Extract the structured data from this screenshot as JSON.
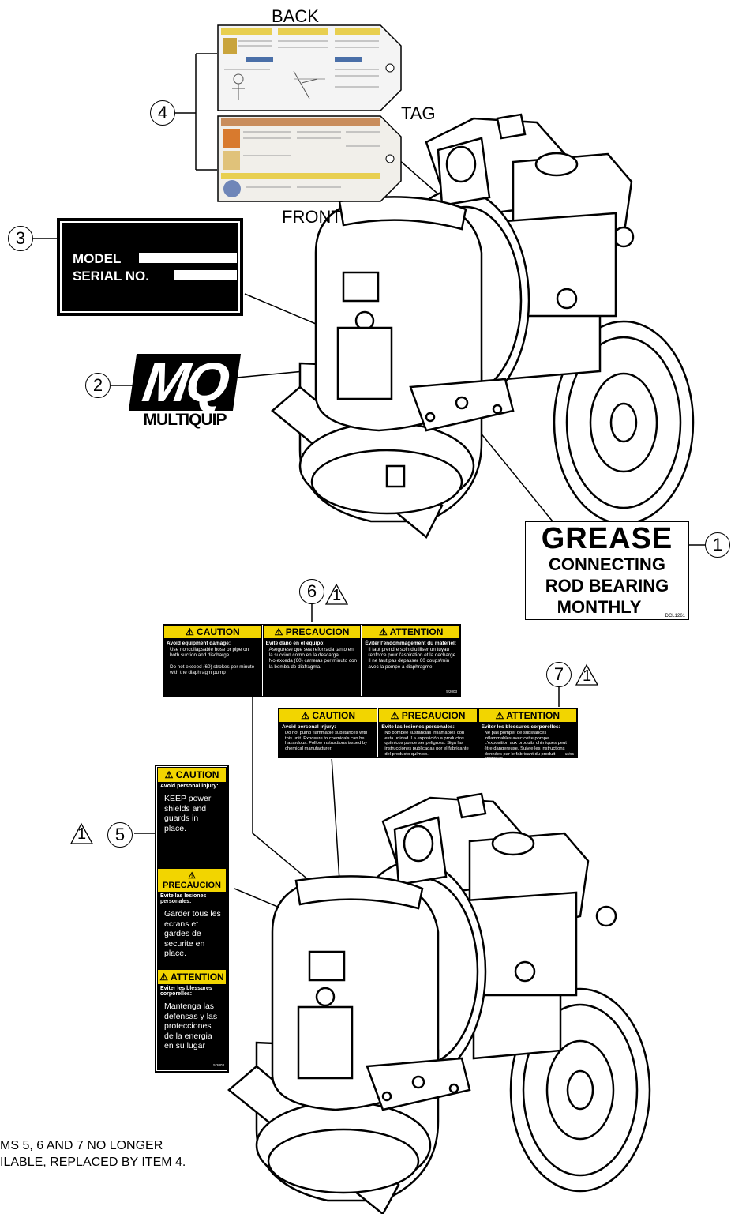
{
  "tag": {
    "back_label": "BACK",
    "tag_label": "TAG",
    "front_label": "FRONT",
    "callout": "4"
  },
  "nameplate": {
    "callout": "3",
    "model_label": "MODEL",
    "serial_label": "SERIAL NO."
  },
  "logo": {
    "callout": "2",
    "mark": "MQ",
    "brand": "MULTIQUIP"
  },
  "grease_decal": {
    "callout": "1",
    "line1": "GREASE",
    "line2": "CONNECTING",
    "line3": "ROD BEARING",
    "line4": "MONTHLY",
    "code": "DCL1261"
  },
  "decal6": {
    "callout": "6",
    "delta": "1",
    "columns": [
      {
        "head": "CAUTION",
        "sub": "Avoid equipment damage:",
        "body": "Use noncollapsable hose or pipe on both suction and discharge.\n\nDo not exceed (60) strokes per minute with the diaphragm pump"
      },
      {
        "head": "PRECAUCION",
        "sub": "Evite dano en el equipo:",
        "body": "Asegurese que sea reforzada tanto en la succion como en la descarga.\nNo exceda (60) carreras por minuto con la bomba de diafragma."
      },
      {
        "head": "ATTENTION",
        "sub": "Éviter l'endommagement du materiel:",
        "body": "Il faut prendre soin d'utiliser un tuyau renforce pour l'aspiration et la decharge. Il ne faut pas depasser 60 coups/min avec la pompe a diaphragme."
      }
    ],
    "date": "5/2003"
  },
  "decal7": {
    "callout": "7",
    "delta": "1",
    "columns": [
      {
        "head": "CAUTION",
        "sub": "Avoid personal injury:",
        "body": "Do not pump flammable substances with this unit. Exposure to chemicals can be hazardous. Follow instructions issued by chemical manufacturer."
      },
      {
        "head": "PRECAUCION",
        "sub": "Evite las lesiones personales:",
        "body": "No bombee sustancias inflamables con esta unidad. La exposición a productos químicos puede ser peligrosa. Siga las instrucciones publicadas por el fabricante del producto químico."
      },
      {
        "head": "ATTENTION",
        "sub": "Éviter les blessures corporelles:",
        "body": "Ne pas pomper de substances inflammables avec cette pompe. L'exposition aux produits chimiques peut être dangereuse. Suivre les instructions données par le fabricant du produit chimique."
      }
    ],
    "date": "10/96"
  },
  "decal5": {
    "callout": "5",
    "delta": "1",
    "sections": [
      {
        "head": "CAUTION",
        "sub": "Avoid personal injury:",
        "body": "KEEP power shields and guards in place."
      },
      {
        "head": "PRECAUCION",
        "sub": "Evite las lesiones personales:",
        "body": "Garder tous les ecrans et gardes de securite en place."
      },
      {
        "head": "ATTENTION",
        "sub": "Eviter les blessures corporelles:",
        "body": "Mantenga las defensas y las protecciones de la energia en su lugar"
      }
    ],
    "date": "5/2003"
  },
  "note": {
    "line1": "MS 5, 6 AND 7 NO LONGER",
    "line2": "ILABLE, REPLACED BY ITEM 4."
  }
}
